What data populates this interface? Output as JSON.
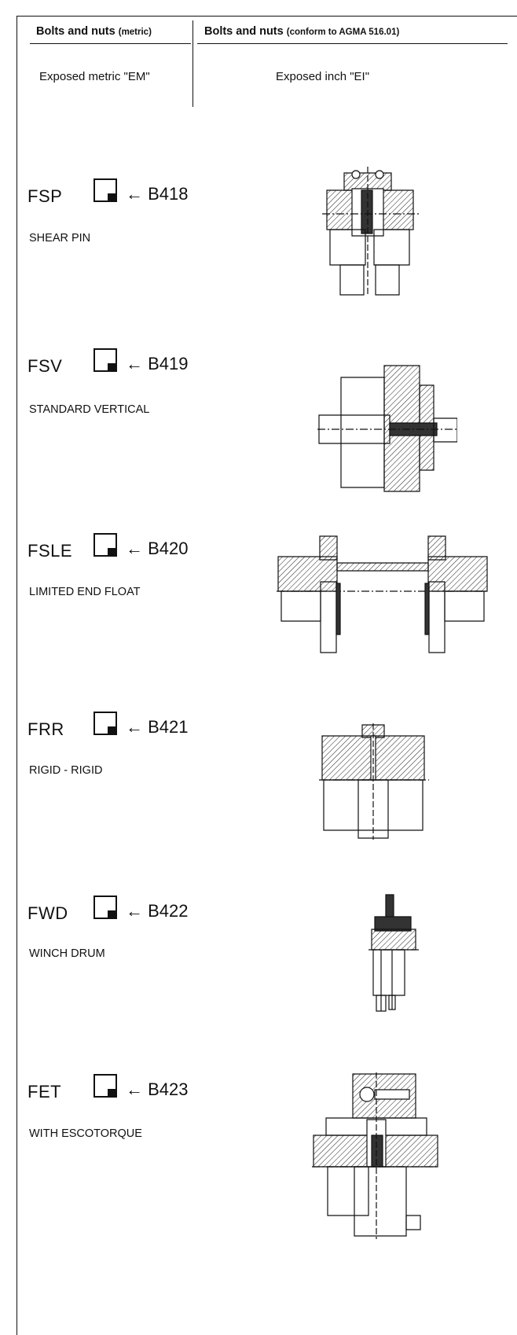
{
  "header": {
    "left_title": "Bolts and nuts",
    "left_qualifier": "(metric)",
    "right_title": "Bolts and nuts",
    "right_qualifier": "(conform to AGMA 516.01)",
    "left_variant": "Exposed metric \"EM\"",
    "right_variant": "Exposed inch \"EI\""
  },
  "entries": [
    {
      "code": "FSP",
      "ref": "← B418",
      "description": "SHEAR PIN",
      "drawing_icon": "shear-pin-coupling-drawing"
    },
    {
      "code": "FSV",
      "ref": "← B419",
      "description": "STANDARD VERTICAL",
      "drawing_icon": "standard-vertical-coupling-drawing"
    },
    {
      "code": "FSLE",
      "ref": "← B420",
      "description": "LIMITED END FLOAT",
      "drawing_icon": "limited-end-float-coupling-drawing"
    },
    {
      "code": "FRR",
      "ref": "← B421",
      "description": "RIGID - RIGID",
      "drawing_icon": "rigid-rigid-coupling-drawing"
    },
    {
      "code": "FWD",
      "ref": "← B422",
      "description": "WINCH DRUM",
      "drawing_icon": "winch-drum-coupling-drawing"
    },
    {
      "code": "FET",
      "ref": "← B423",
      "description": "WITH ESCOTORQUE",
      "drawing_icon": "escotorque-coupling-drawing"
    }
  ]
}
